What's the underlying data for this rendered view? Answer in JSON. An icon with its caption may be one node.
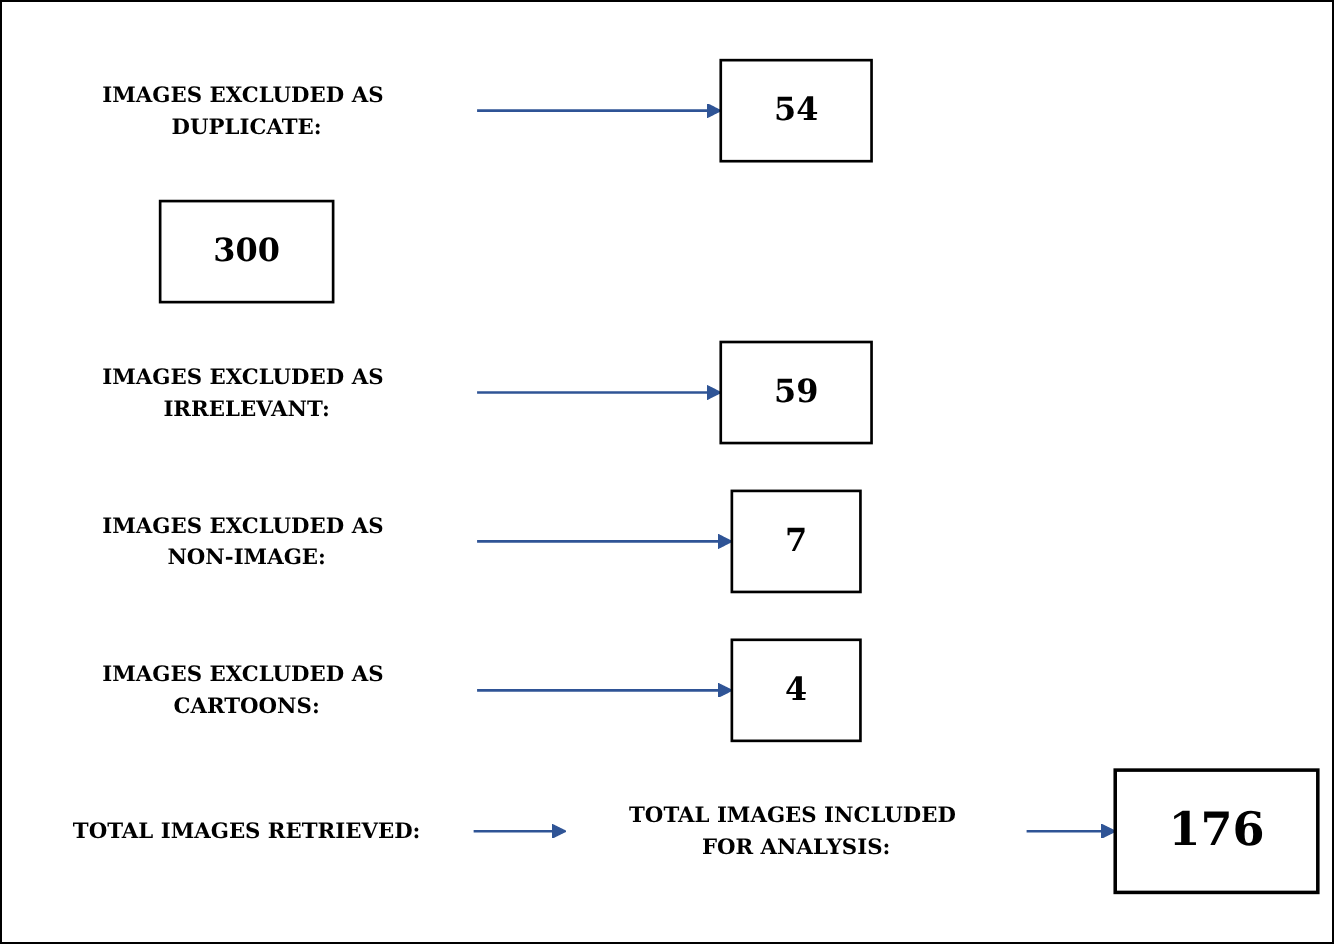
{
  "diagram": {
    "nodes": [
      {
        "text": [
          "TOTAL IMAGES RETRIEVED:"
        ]
      },
      {
        "text": [
          "300"
        ]
      },
      {
        "text": [
          "IMAGES EXCLUDED AS DUPLICATE:"
        ]
      },
      {
        "text": [
          "54"
        ]
      },
      {
        "text": [
          "IMAGES EXCLUDED AS IRRELEVANT:"
        ]
      },
      {
        "text": [
          "59"
        ]
      },
      {
        "text": [
          "IMAGES EXCLUDED AS NON-IMAGE:"
        ]
      },
      {
        "text": [
          "7"
        ]
      },
      {
        "text": [
          "IMAGES EXCLUDED AS CARTOONS:"
        ]
      },
      {
        "text": [
          "4"
        ]
      },
      {
        "text": [
          "TOTAL IMAGES INCLUDED FOR ANALYSIS:"
        ]
      },
      {
        "text": [
          "176"
        ]
      }
    ],
    "edges": [
      {
        "from": 0,
        "to": 10,
        "arrow": "to"
      },
      {
        "from": 2,
        "to": 3,
        "arrow": "to"
      },
      {
        "from": 4,
        "to": 5,
        "arrow": "to"
      },
      {
        "from": 6,
        "to": 7,
        "arrow": "to"
      },
      {
        "from": 8,
        "to": 9,
        "arrow": "to"
      },
      {
        "from": 10,
        "to": 11,
        "arrow": "to"
      }
    ]
  }
}
